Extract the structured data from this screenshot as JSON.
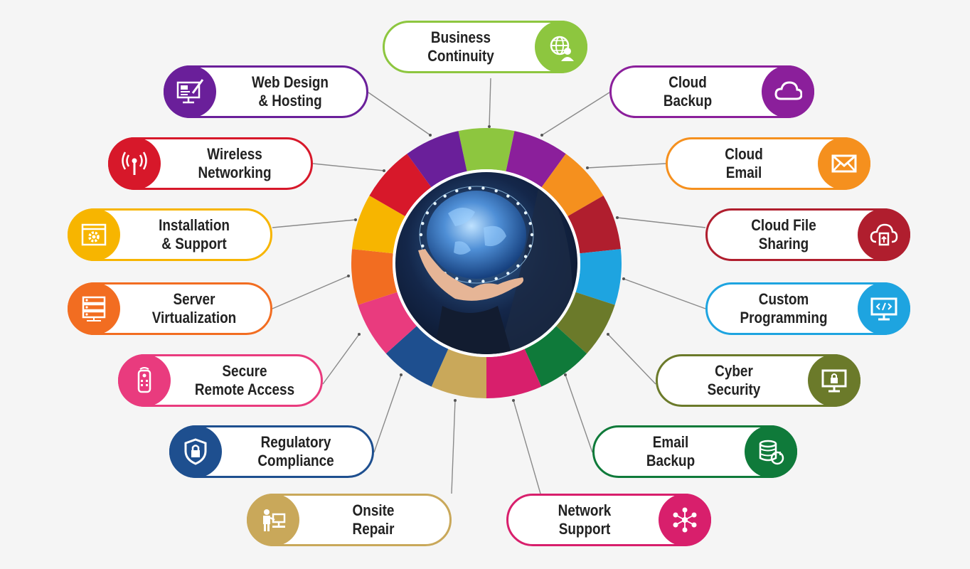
{
  "center": {
    "icon": "globe-in-hand-image"
  },
  "services": [
    {
      "id": "business-continuity",
      "label": "Business\nContinuity",
      "color": "#8dc63f",
      "icon": "globe-user-icon",
      "side": "top"
    },
    {
      "id": "cloud-backup",
      "label": "Cloud\nBackup",
      "color": "#8b1f9b",
      "icon": "cloud-icon",
      "side": "right"
    },
    {
      "id": "cloud-email",
      "label": "Cloud\nEmail",
      "color": "#f5901e",
      "icon": "envelope-icon",
      "side": "right"
    },
    {
      "id": "cloud-file-sharing",
      "label": "Cloud File\nSharing",
      "color": "#b01e2e",
      "icon": "cloud-file-icon",
      "side": "right"
    },
    {
      "id": "custom-programming",
      "label": "Custom\nProgramming",
      "color": "#1ea4e0",
      "icon": "code-monitor-icon",
      "side": "right"
    },
    {
      "id": "cyber-security",
      "label": "Cyber\nSecurity",
      "color": "#6b7a2a",
      "icon": "lock-monitor-icon",
      "side": "right"
    },
    {
      "id": "email-backup",
      "label": "Email\nBackup",
      "color": "#0f7a3a",
      "icon": "database-refresh-icon",
      "side": "right"
    },
    {
      "id": "network-support",
      "label": "Network\nSupport",
      "color": "#d81f6c",
      "icon": "network-nodes-icon",
      "side": "right"
    },
    {
      "id": "onsite-repair",
      "label": "Onsite\nRepair",
      "color": "#c9a85a",
      "icon": "technician-icon",
      "side": "left"
    },
    {
      "id": "regulatory-compliance",
      "label": "Regulatory\nCompliance",
      "color": "#1e4f8f",
      "icon": "shield-lock-icon",
      "side": "left"
    },
    {
      "id": "secure-remote-access",
      "label": "Secure\nRemote Access",
      "color": "#e93b7e",
      "icon": "remote-control-icon",
      "side": "left"
    },
    {
      "id": "server-virtualization",
      "label": "Server\nVirtualization",
      "color": "#f26d21",
      "icon": "server-rack-icon",
      "side": "left"
    },
    {
      "id": "installation-support",
      "label": "Installation\n& Support",
      "color": "#f7b500",
      "icon": "browser-gear-icon",
      "side": "left"
    },
    {
      "id": "wireless-networking",
      "label": "Wireless\nNetworking",
      "color": "#d7182a",
      "icon": "wifi-antenna-icon",
      "side": "left"
    },
    {
      "id": "web-design-hosting",
      "label": "Web Design\n& Hosting",
      "color": "#6a1f9a",
      "icon": "web-design-icon",
      "side": "left"
    }
  ],
  "ring_colors": [
    "#8dc63f",
    "#8b1f9b",
    "#f5901e",
    "#b01e2e",
    "#1ea4e0",
    "#6b7a2a",
    "#0f7a3a",
    "#d81f6c",
    "#c9a85a",
    "#1e4f8f",
    "#e93b7e",
    "#f26d21",
    "#f7b500",
    "#d7182a",
    "#6a1f9a"
  ]
}
